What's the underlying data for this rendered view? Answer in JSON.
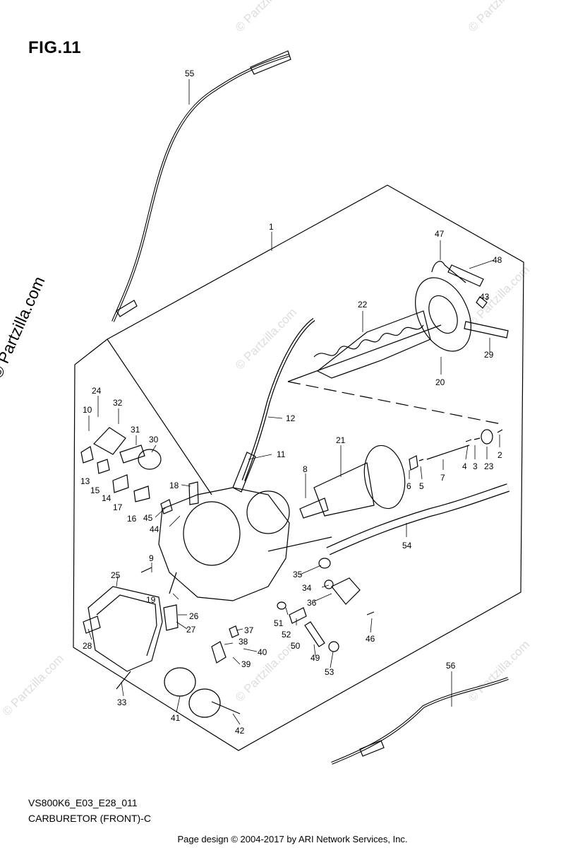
{
  "figure_label": "FIG.11",
  "vertical_watermark": "© Partzilla.com",
  "watermark_text": "© Partzilla.com",
  "model_code": "VS800K6_E03_E28_011",
  "diagram_title": "CARBURETOR (FRONT)-C",
  "credit_line": "Page design © 2004-2017 by ARI Network Services, Inc.",
  "part_numbers": [
    "1",
    "2",
    "3",
    "4",
    "5",
    "6",
    "7",
    "8",
    "9",
    "10",
    "11",
    "12",
    "13",
    "14",
    "15",
    "16",
    "17",
    "18",
    "19",
    "20",
    "21",
    "22",
    "23",
    "24",
    "25",
    "26",
    "27",
    "28",
    "29",
    "30",
    "31",
    "32",
    "33",
    "34",
    "35",
    "36",
    "37",
    "38",
    "39",
    "40",
    "41",
    "42",
    "43",
    "44",
    "45",
    "46",
    "47",
    "48",
    "49",
    "50",
    "51",
    "52",
    "53",
    "54",
    "55",
    "56"
  ]
}
